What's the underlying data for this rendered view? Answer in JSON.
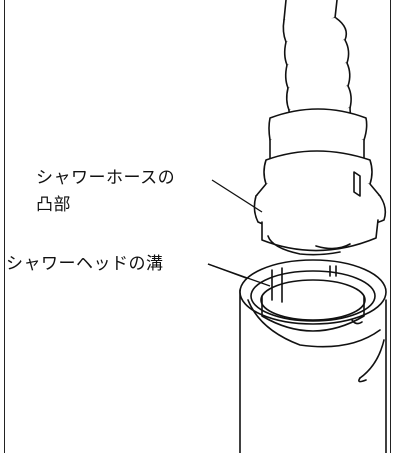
{
  "labels": {
    "hose_protrusion_line1": "シャワーホースの",
    "hose_protrusion_line2": "凸部",
    "head_groove": "シャワーヘッドの溝"
  }
}
